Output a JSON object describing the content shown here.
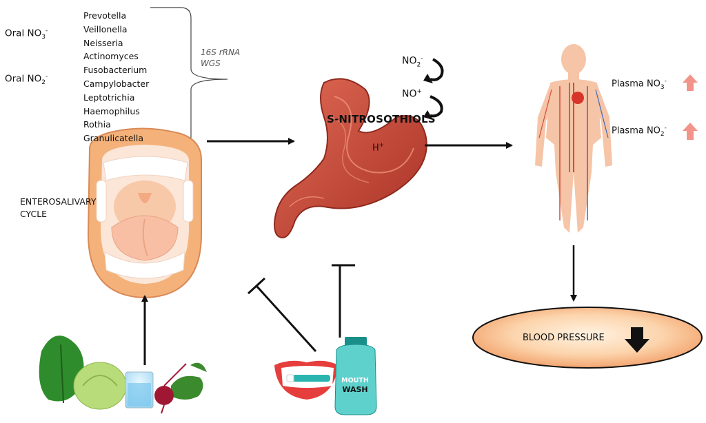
{
  "oral": {
    "no3_base": "Oral NO",
    "no3_sub": "3",
    "no3_sup": "-",
    "no2_base": "Oral NO",
    "no2_sub": "2",
    "no2_sup": "-"
  },
  "bacteria": [
    "Prevotella",
    "Veillonella",
    "Neisseria",
    "Actinomyces",
    "Fusobacterium",
    "Campylobacter",
    "Leptotrichia",
    "Haemophilus",
    "Rothia",
    "Granulicatella"
  ],
  "methods": {
    "line1": "16S rRNA",
    "line2": "WGS"
  },
  "cycle": {
    "line1": "ENTEROSALIVARY",
    "line2": "CYCLE"
  },
  "stomach": {
    "no2_base": "NO",
    "no2_sub": "2",
    "no2_sup": "-",
    "noplus_base": "NO",
    "noplus_sup": "+",
    "snitro": "S-NITROSOTHIOLS",
    "h_base": "H",
    "h_sup": "+"
  },
  "plasma": {
    "no3_base": "Plasma NO",
    "no3_sub": "3",
    "no3_sup": "-",
    "no2_base": "Plasma NO",
    "no2_sub": "2",
    "no2_sup": "-",
    "arrow_color": "#f2948a"
  },
  "bp": {
    "label": "BLOOD PRESSURE"
  },
  "mouthwash": {
    "line1": "MOUTH",
    "line2": "WASH"
  },
  "colors": {
    "mouth_skin": "#f4b27a",
    "stomach": "#c9473a",
    "body": "#f6c4a6",
    "bp_fill_center": "#fde3c8",
    "bp_fill_edge": "#f3a36c"
  }
}
